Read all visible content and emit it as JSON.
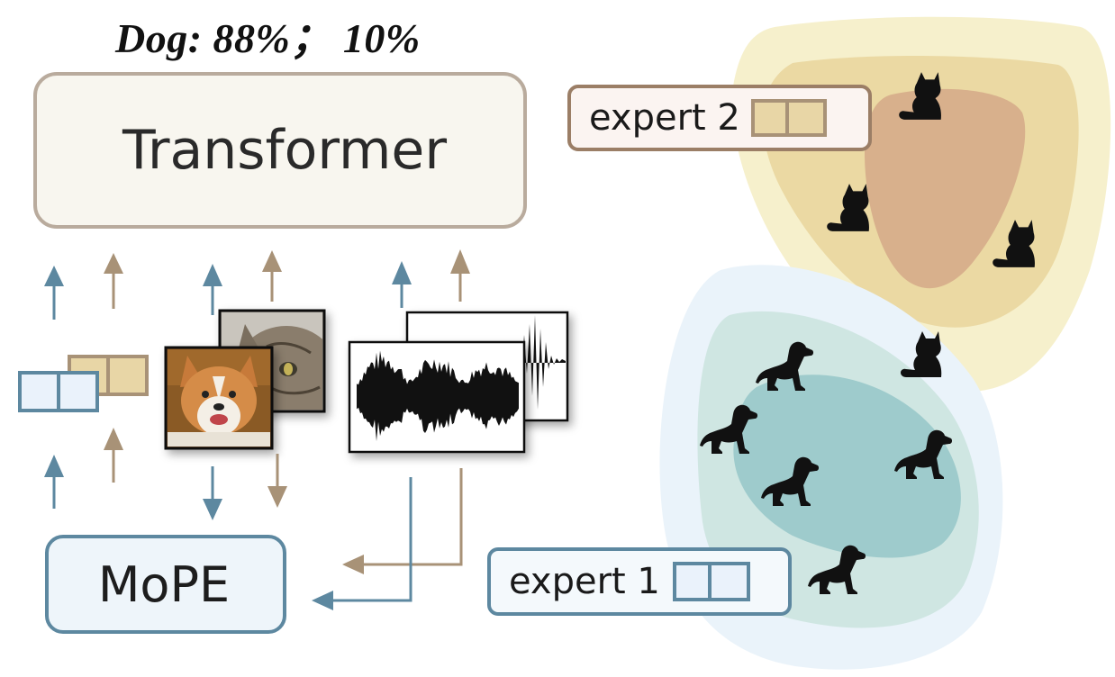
{
  "title": "Dog: 88%； 10%",
  "transformer": {
    "label": "Transformer"
  },
  "mope": {
    "label": "MoPE"
  },
  "experts": [
    {
      "label": "expert 2"
    },
    {
      "label": "expert 1"
    }
  ],
  "colors": {
    "blue": "#5d88a0",
    "tan": "#a89277",
    "expert1_outer": "#eaf3fa",
    "expert1_mid": "#cfe6e2",
    "expert1_inner": "#9ecbcc",
    "expert2_outer": "#f6f0cc",
    "expert2_mid": "#ebd9a3",
    "expert2_inner": "#d8b08c",
    "token_blue_fill": "#eaf2fb",
    "token_tan_fill": "#e8d6a6"
  },
  "icons": {
    "cat": "cat-silhouette-icon",
    "dog": "dog-silhouette-icon",
    "image_dog": "corgi-photo",
    "image_cat": "tabby-cat-photo",
    "audio": "audio-waveform"
  }
}
